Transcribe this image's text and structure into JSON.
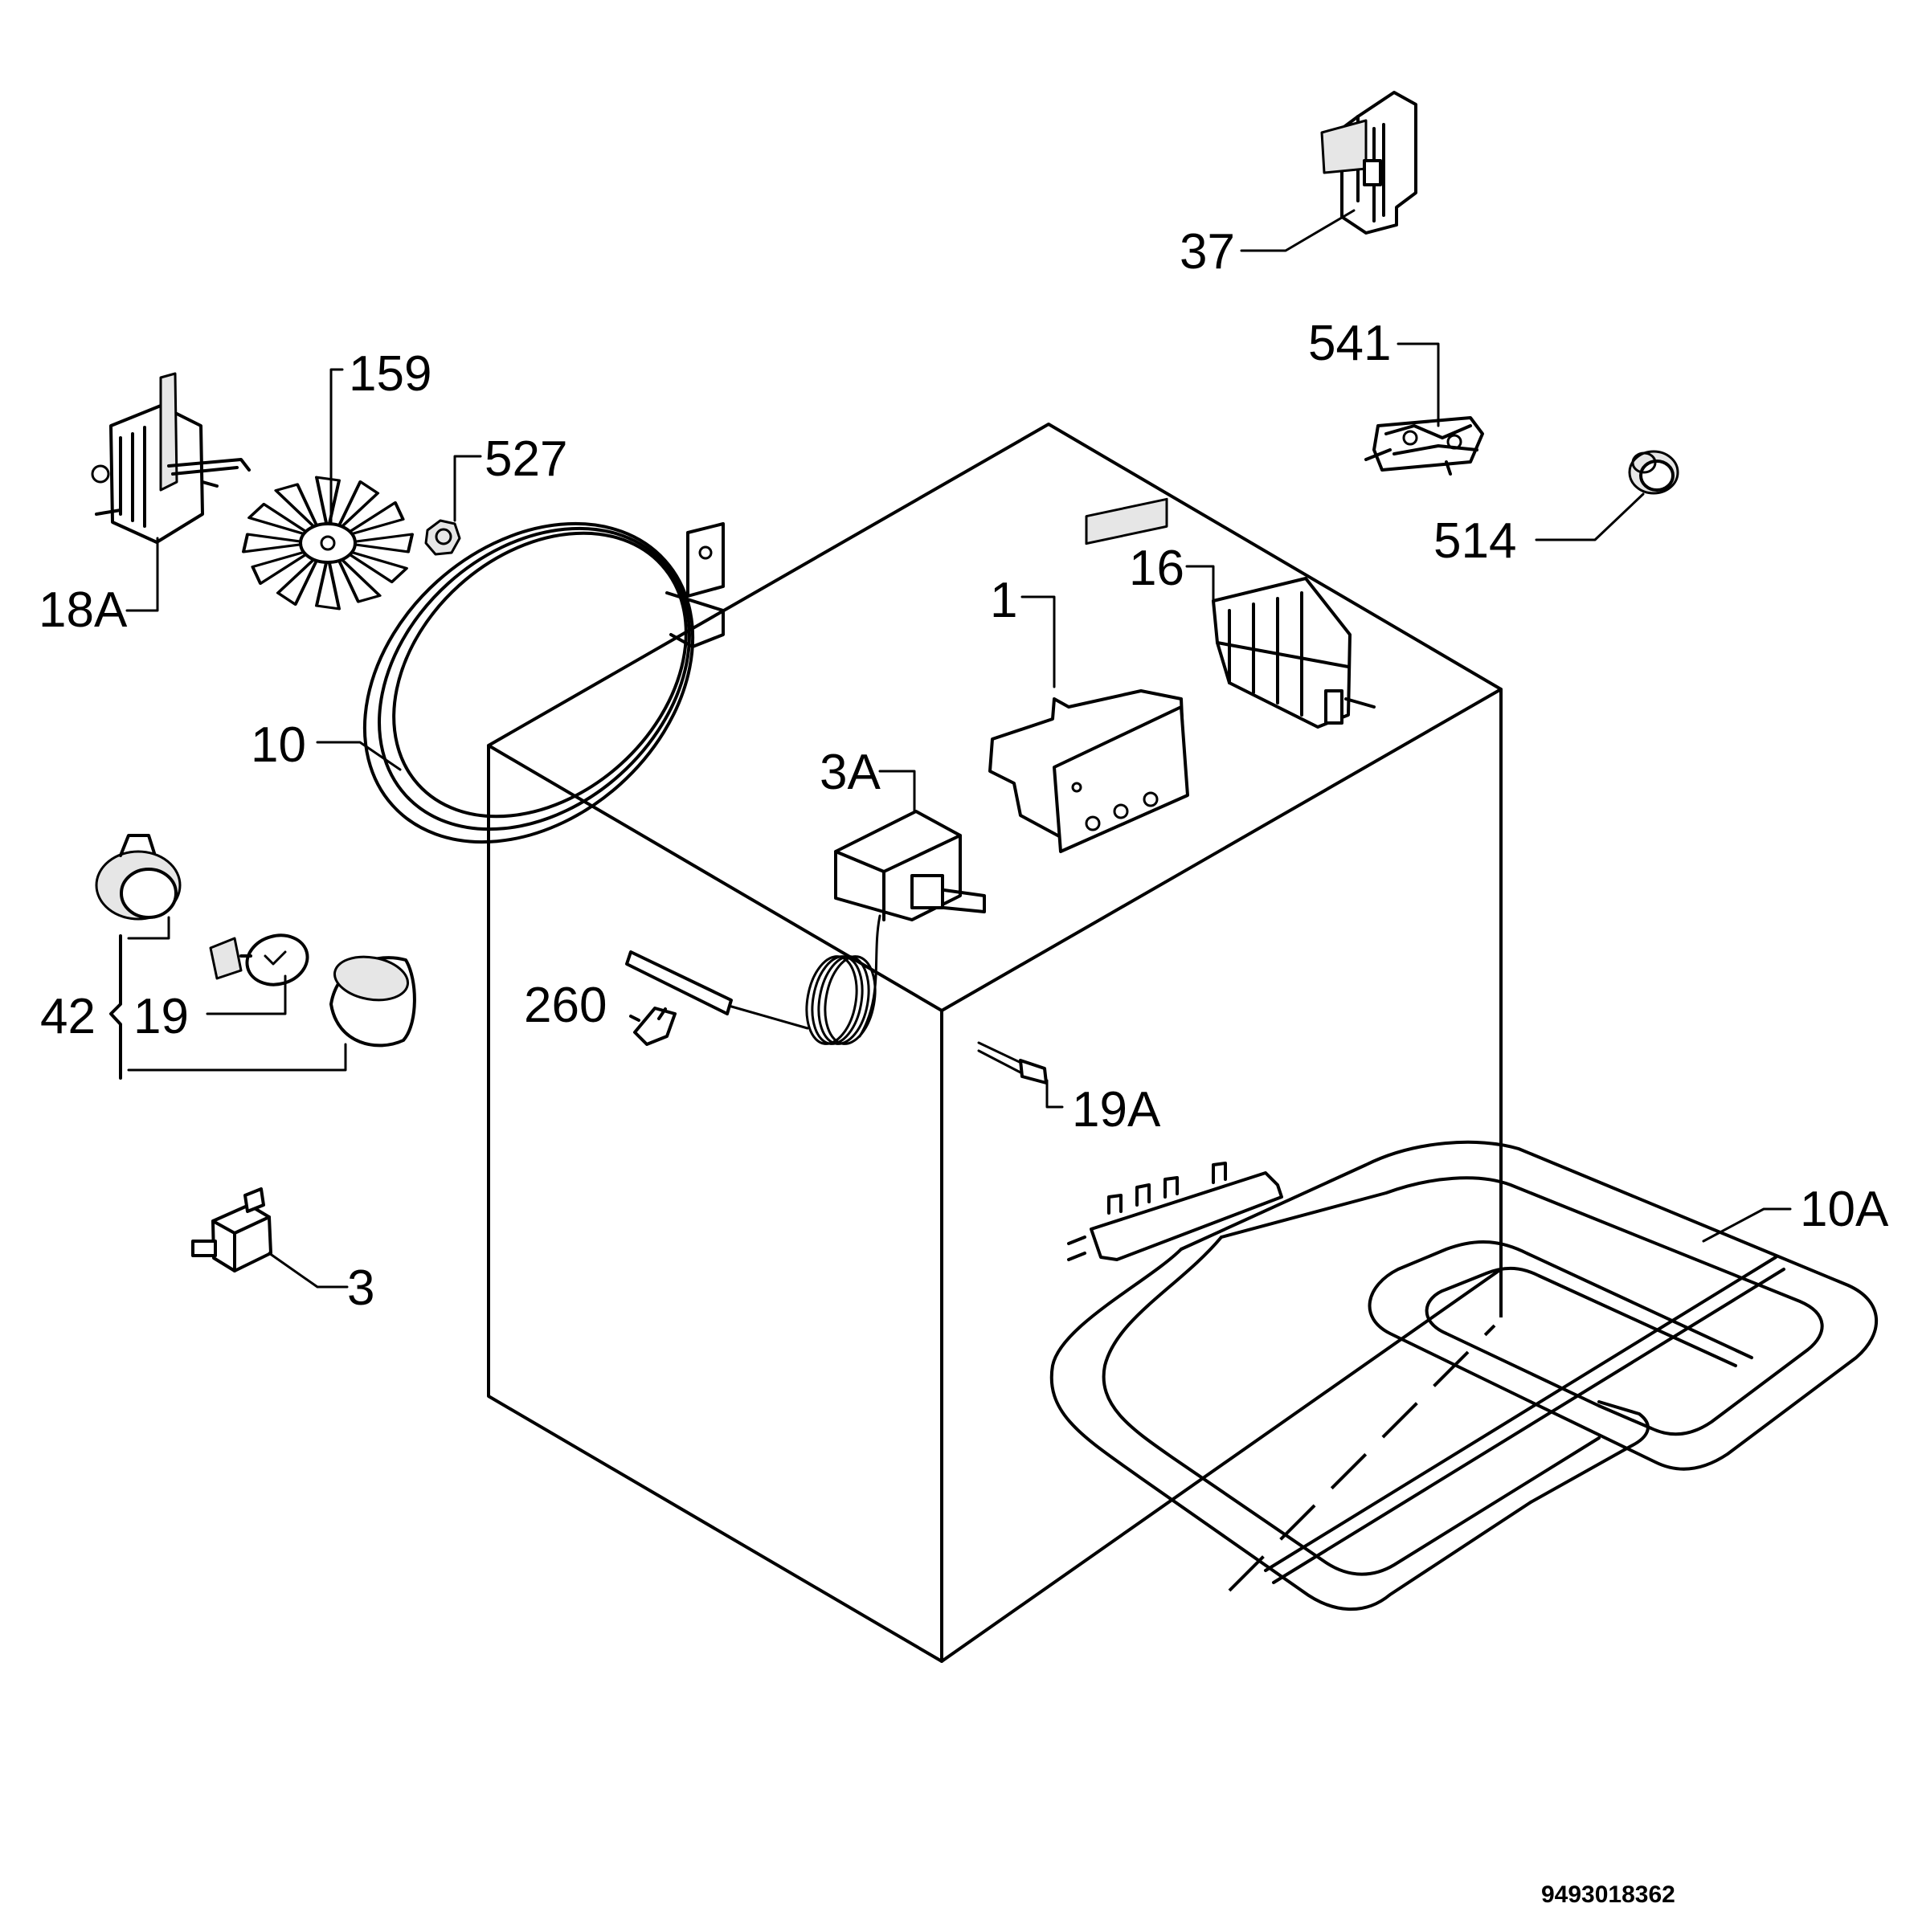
{
  "diagram": {
    "document_number": "9493018362",
    "callouts": [
      {
        "id": "p37",
        "label": "37"
      },
      {
        "id": "p541",
        "label": "541"
      },
      {
        "id": "p514",
        "label": "514"
      },
      {
        "id": "p159",
        "label": "159"
      },
      {
        "id": "p527",
        "label": "527"
      },
      {
        "id": "p18a",
        "label": "18A"
      },
      {
        "id": "p16",
        "label": "16"
      },
      {
        "id": "p1",
        "label": "1"
      },
      {
        "id": "p10",
        "label": "10"
      },
      {
        "id": "p3a",
        "label": "3A"
      },
      {
        "id": "p42",
        "label": "42"
      },
      {
        "id": "p19",
        "label": "19"
      },
      {
        "id": "p260",
        "label": "260"
      },
      {
        "id": "p19a",
        "label": "19A"
      },
      {
        "id": "p10a",
        "label": "10A"
      },
      {
        "id": "p3",
        "label": "3"
      }
    ]
  }
}
